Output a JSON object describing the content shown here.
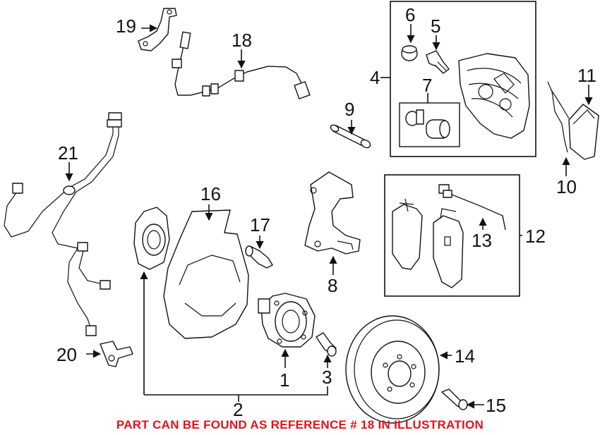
{
  "callouts": {
    "c1": "1",
    "c2": "2",
    "c3": "3",
    "c4": "4",
    "c5": "5",
    "c6": "6",
    "c7": "7",
    "c8": "8",
    "c9": "9",
    "c10": "10",
    "c11": "11",
    "c12": "12",
    "c13": "13",
    "c14": "14",
    "c15": "15",
    "c16": "16",
    "c17": "17",
    "c18": "18",
    "c19": "19",
    "c20": "20",
    "c21": "21"
  },
  "note": "PART CAN BE FOUND AS REFERENCE # 18 IN ILLUSTRATION",
  "colors": {
    "line": "#111111",
    "note": "#e3121b",
    "background": "#ffffff"
  }
}
